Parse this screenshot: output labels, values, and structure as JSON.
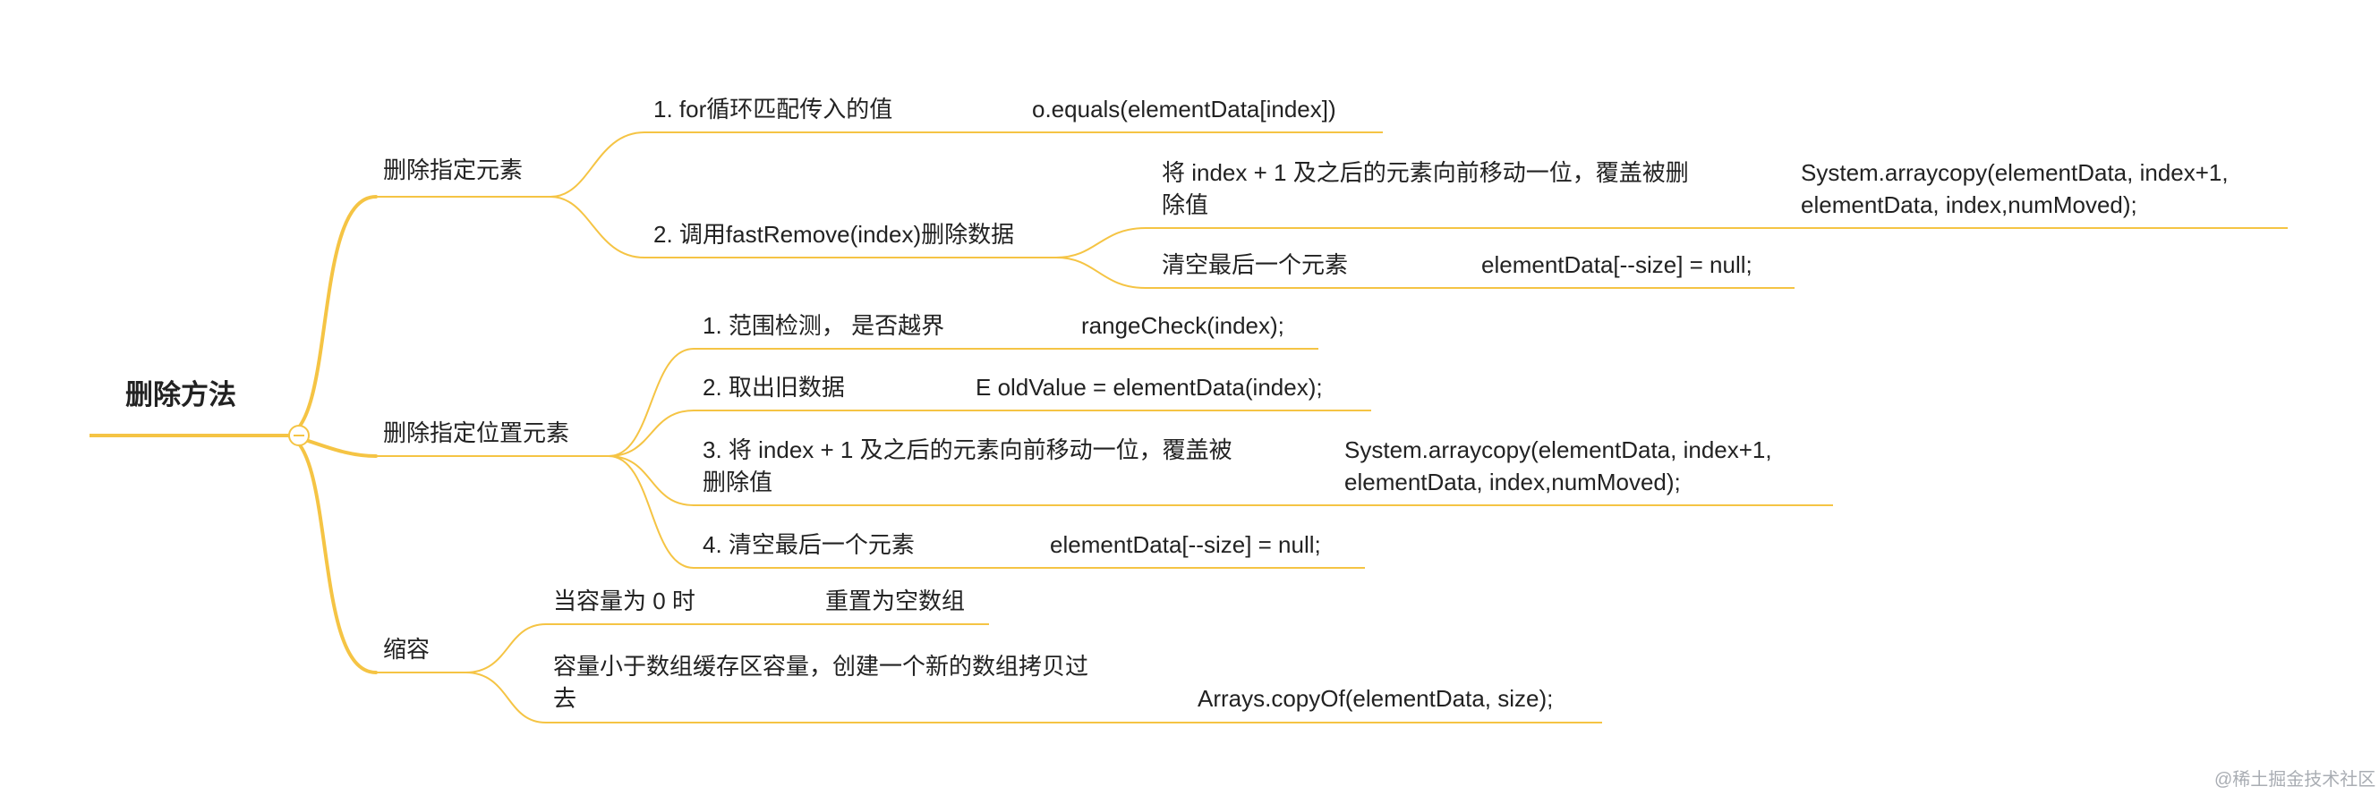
{
  "root": {
    "label": "删除方法"
  },
  "branches": [
    {
      "label": "删除指定元素",
      "children": [
        {
          "label": "1. for循环匹配传入的值",
          "detail": "o.equals(elementData[index])"
        },
        {
          "label": "2. 调用fastRemove(index)删除数据",
          "children": [
            {
              "label": "将 index + 1 及之后的元素向前移动一位，覆盖被删除值",
              "detail": "System.arraycopy(elementData, index+1, elementData, index,numMoved);"
            },
            {
              "label": "清空最后一个元素",
              "detail": "elementData[--size] = null;"
            }
          ]
        }
      ]
    },
    {
      "label": "删除指定位置元素",
      "children": [
        {
          "label": "1. 范围检测， 是否越界",
          "detail": "rangeCheck(index);"
        },
        {
          "label": "2. 取出旧数据",
          "detail": "E oldValue = elementData(index);"
        },
        {
          "label": "3. 将 index + 1 及之后的元素向前移动一位，覆盖被删除值",
          "detail": "System.arraycopy(elementData, index+1, elementData, index,numMoved);"
        },
        {
          "label": "4. 清空最后一个元素",
          "detail": "elementData[--size] = null;"
        }
      ]
    },
    {
      "label": "缩容",
      "children": [
        {
          "label": "当容量为 0 时",
          "detail": "重置为空数组"
        },
        {
          "label": "容量小于数组缓存区容量，创建一个新的数组拷贝过去",
          "detail": "Arrays.copyOf(elementData, size);"
        }
      ]
    }
  ],
  "watermark": "@稀土掘金技术社区",
  "colors": {
    "branch_line": "#F5C444",
    "text": "#222222",
    "watermark": "#A9ADB3",
    "background": "#FFFFFF"
  }
}
